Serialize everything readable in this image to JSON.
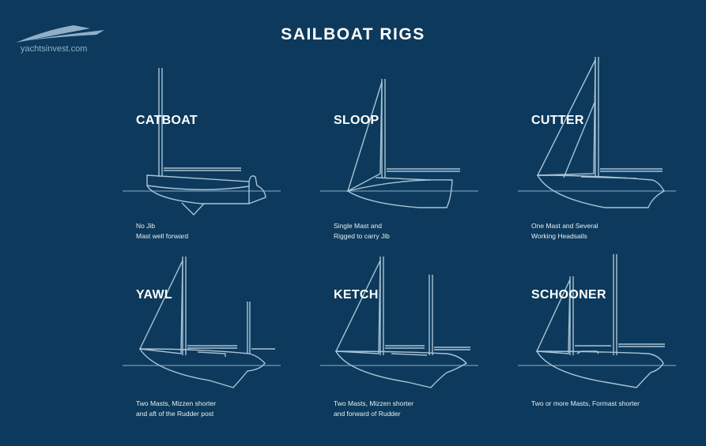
{
  "logo": {
    "text": "yachtsinvest.com"
  },
  "title": "SAILBOAT RIGS",
  "rigs": [
    {
      "name": "CATBOAT",
      "desc": [
        "No Jib",
        "Mast well forward"
      ]
    },
    {
      "name": "SLOOP",
      "desc": [
        "Single Mast and",
        "Rigged to carry Jib"
      ]
    },
    {
      "name": "CUTTER",
      "desc": [
        "One Mast and Several",
        "Working Headsails"
      ]
    },
    {
      "name": "YAWL",
      "desc": [
        "Two Masts, Mizzen shorter",
        "and aft of the Rudder post"
      ]
    },
    {
      "name": "KETCH",
      "desc": [
        "Two Masts, Mizzen shorter",
        "and forward of Rudder"
      ]
    },
    {
      "name": "SCHOONER",
      "desc": [
        "Two or more Masts, Formast shorter",
        ""
      ]
    }
  ]
}
